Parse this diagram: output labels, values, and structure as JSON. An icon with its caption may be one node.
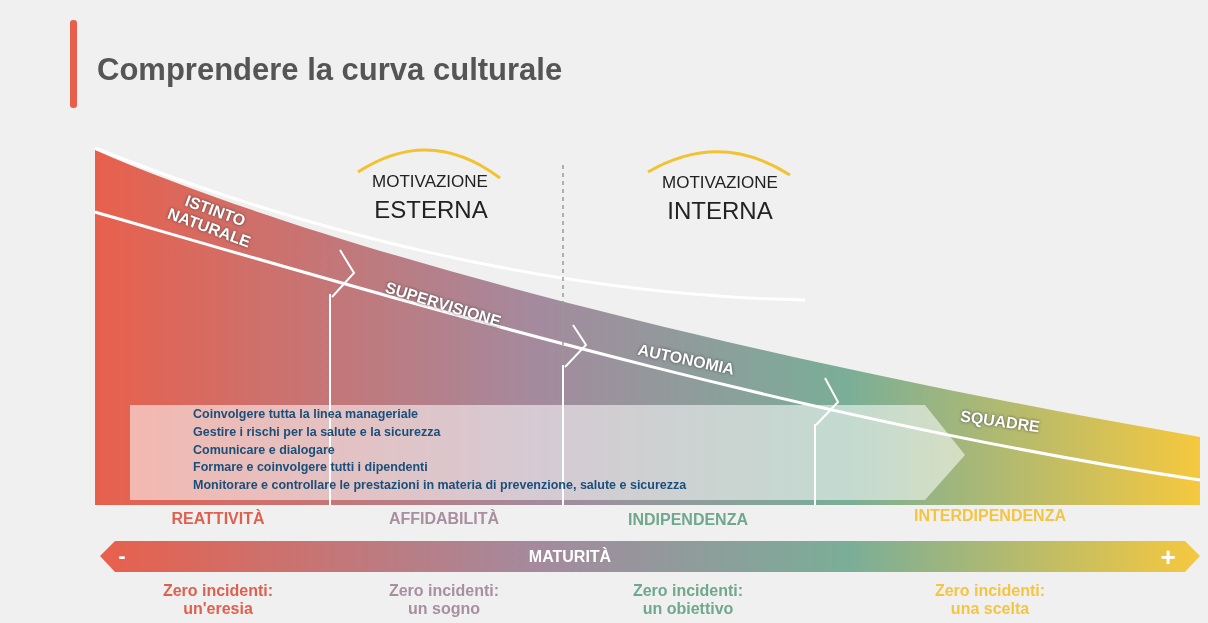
{
  "diagram": {
    "title": "Comprendere la curva culturale",
    "labels": [
      "MOTIVAZIONE",
      "ESTERNA",
      "MOTIVAZIONE",
      "INTERNA",
      "ISTINTO NATURALE",
      "SUPERVISIONE",
      "AUTONOMIA",
      "SQUADRE",
      "Coinvolgere tutta la linea manageriale",
      "Gestire i rischi per la salute e la sicurezza",
      "Comunicare e dialogare",
      "Formare e coinvolgere tutti i dipendenti",
      "Monitorare e controllare le prestazioni in materia di prevenzione, salute e sicurezza",
      "REATTIVITÀ",
      "AFFIDABILITÀ",
      "INDIPENDENZA",
      "INTERDIPENDENZA",
      "-",
      "MATURITÀ",
      "+",
      "Zero incidenti: un'eresia",
      "Zero incidenti: un sogno",
      "Zero incidenti: un obiettivo",
      "Zero incidenti: una scelta"
    ]
  }
}
